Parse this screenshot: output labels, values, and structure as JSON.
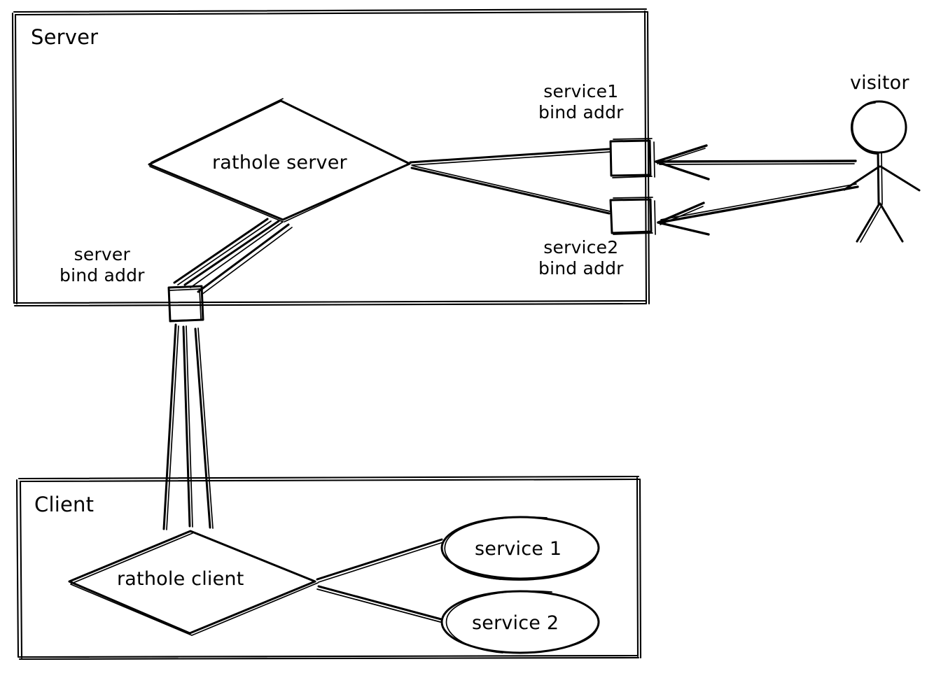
{
  "diagram": {
    "title_server": "Server",
    "title_client": "Client",
    "style": "hand-drawn",
    "stroke_color": "#000000",
    "background_color": "#ffffff"
  },
  "server_group": {
    "label": "Server",
    "nodes": {
      "rathole_server": "rathole server",
      "service1_bind_addr": "service1\nbind addr",
      "service2_bind_addr": "service2\nbind addr",
      "server_bind_addr": "server\nbind addr"
    }
  },
  "client_group": {
    "label": "Client",
    "nodes": {
      "rathole_client": "rathole client",
      "service1": "service 1",
      "service2": "service 2"
    }
  },
  "actor": {
    "label": "visitor",
    "icon": "stick-figure-icon"
  },
  "connections": [
    {
      "from": "rathole server",
      "to": "service1 bind addr",
      "arrow": false
    },
    {
      "from": "rathole server",
      "to": "service2 bind addr",
      "arrow": false
    },
    {
      "from": "visitor",
      "to": "service1 bind addr",
      "arrow": true
    },
    {
      "from": "visitor",
      "to": "service2 bind addr",
      "arrow": true
    },
    {
      "from": "rathole server",
      "to": "server bind addr",
      "arrow": false
    },
    {
      "from": "server bind addr",
      "to": "rathole client",
      "arrow": false
    },
    {
      "from": "rathole client",
      "to": "service 1",
      "arrow": false
    },
    {
      "from": "rathole client",
      "to": "service 2",
      "arrow": false
    }
  ]
}
